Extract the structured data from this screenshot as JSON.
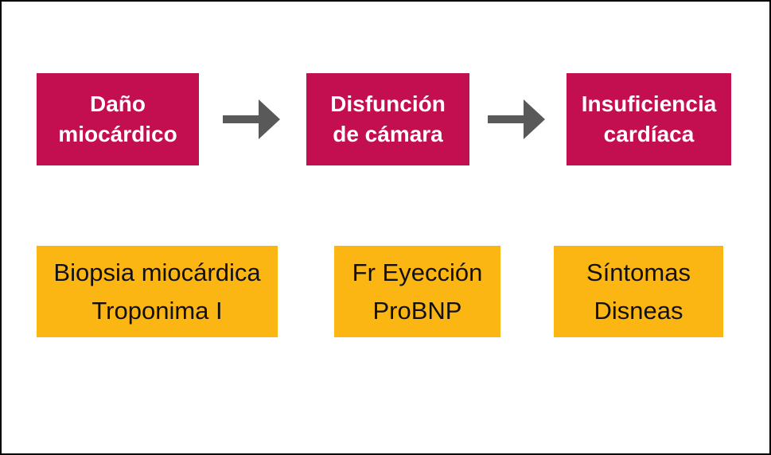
{
  "colors": {
    "stage_bg": "#c30e4f",
    "stage_text": "#ffffff",
    "marker_bg": "#fcb614",
    "marker_text": "#111111",
    "arrow": "#595959",
    "canvas_border": "#000000",
    "canvas_bg": "#ffffff"
  },
  "flowchart": {
    "stages": [
      {
        "line1": "Daño",
        "line2": "miocárdico"
      },
      {
        "line1": "Disfunción",
        "line2": "de cámara"
      },
      {
        "line1": "Insuficiencia",
        "line2": "cardíaca"
      }
    ],
    "markers": [
      {
        "line1": "Biopsia miocárdica",
        "line2": "Troponima I"
      },
      {
        "line1": "Fr Eyección",
        "line2": "ProBNP"
      },
      {
        "line1": "Síntomas",
        "line2": "Disneas"
      }
    ],
    "icons": {
      "connector": "arrow-right"
    }
  }
}
